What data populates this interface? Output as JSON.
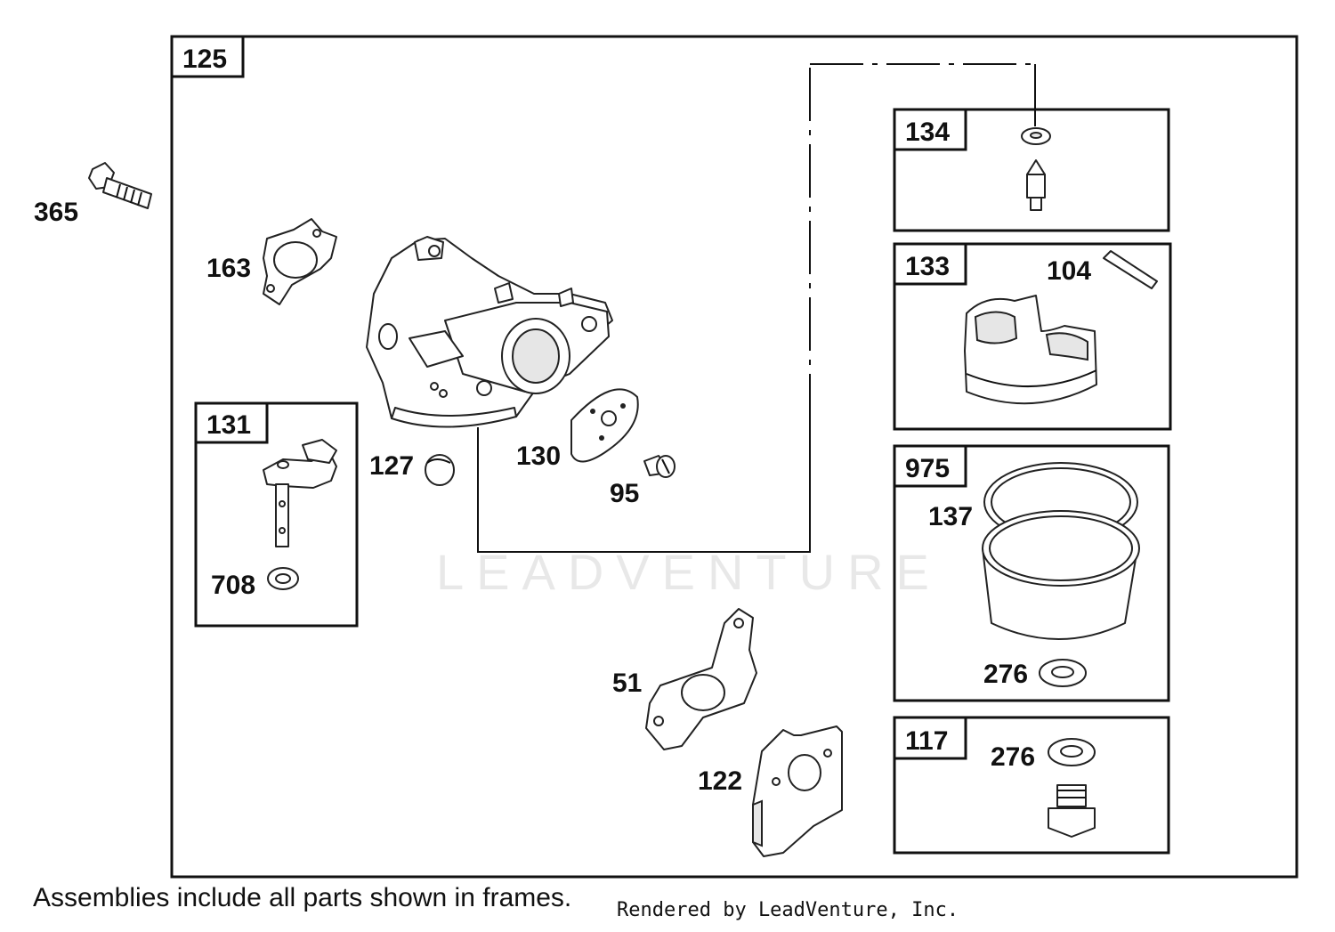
{
  "assembly_frames": [
    {
      "id": "frame-125",
      "label": "125"
    },
    {
      "id": "frame-131",
      "label": "131"
    },
    {
      "id": "frame-134",
      "label": "134"
    },
    {
      "id": "frame-133",
      "label": "133"
    },
    {
      "id": "frame-975",
      "label": "975"
    },
    {
      "id": "frame-117",
      "label": "117"
    }
  ],
  "part_callouts": {
    "p365": "365",
    "p163": "163",
    "p127": "127",
    "p130": "130",
    "p95": "95",
    "p708": "708",
    "p104": "104",
    "p137": "137",
    "p276a": "276",
    "p276b": "276",
    "p51": "51",
    "p122": "122"
  },
  "footer": {
    "note": "Assemblies include all parts shown in frames.",
    "credit": "Rendered by LeadVenture, Inc."
  },
  "watermark": "LEADVENTURE"
}
